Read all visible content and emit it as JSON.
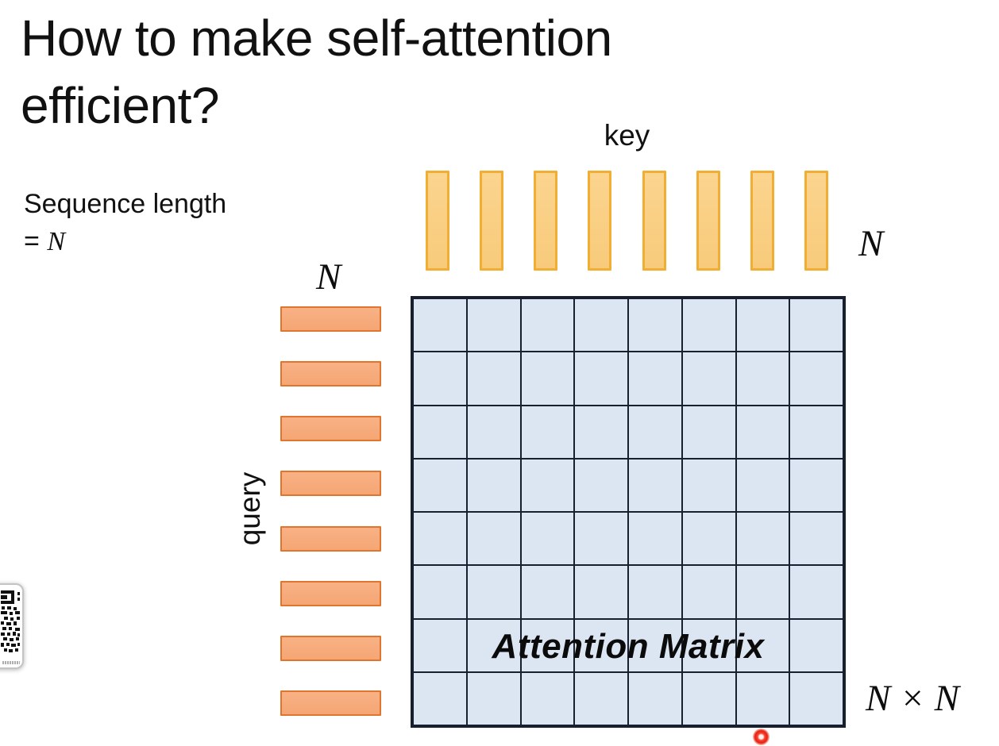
{
  "slide": {
    "title_line1": "How to make self-attention",
    "title_line2": "efficient?",
    "note_text": "Sequence length",
    "note_eq": "=",
    "note_n": "N"
  },
  "diagram": {
    "key_label": "key",
    "query_label": "query",
    "key_count_label": "N",
    "query_count_label": "N",
    "matrix_label": "Attention Matrix",
    "matrix_size_label": "N × N",
    "key_bar_count": 8,
    "query_bar_count": 8,
    "grid_rows": 8,
    "grid_cols": 8,
    "colors": {
      "key_fill": "#FBD48E",
      "key_fill2": "#F8CB7B",
      "key_border": "#F2AE33",
      "query_fill": "#F8B185",
      "query_fill2": "#F5A674",
      "query_border": "#E0762D",
      "cell_fill": "#DCE6F2",
      "cell_border": "#18202F",
      "laser_red": "#E02212"
    }
  }
}
